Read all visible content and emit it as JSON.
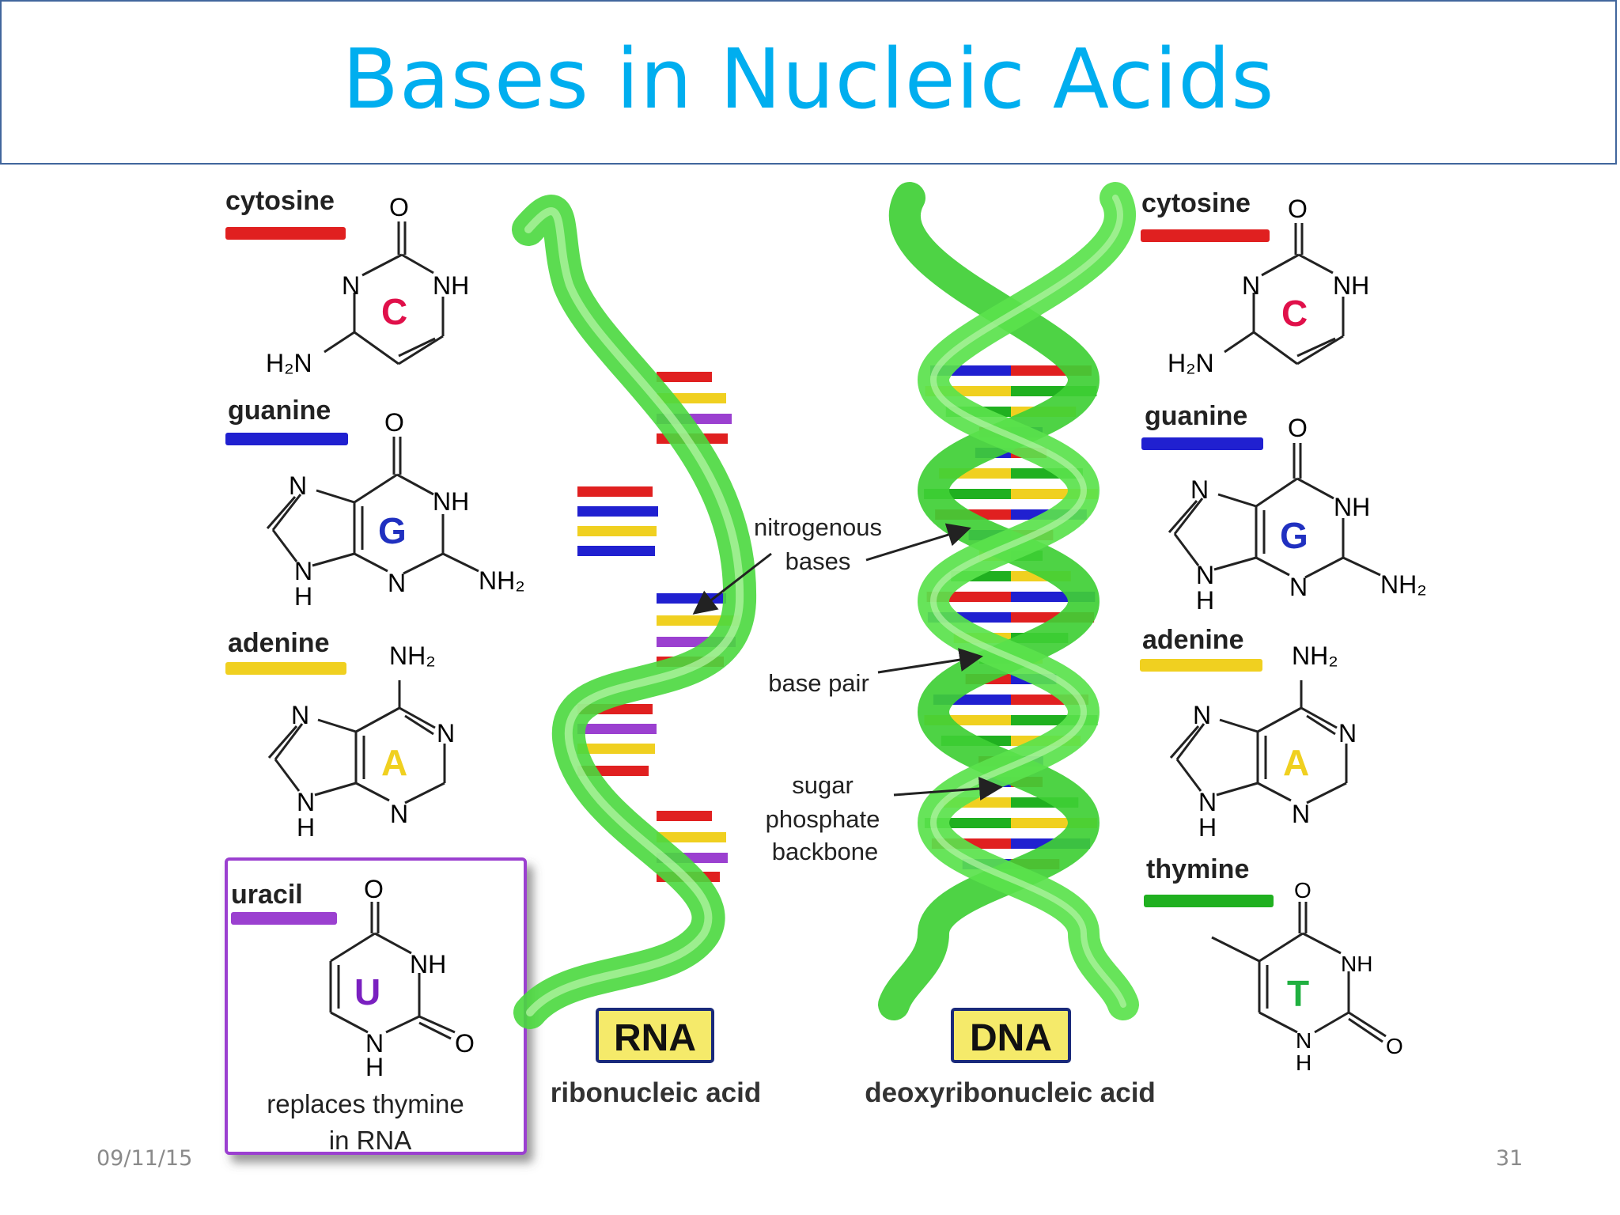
{
  "title": "Bases in Nucleic Acids",
  "footer": {
    "date": "09/11/15",
    "page": "31"
  },
  "colors": {
    "title": "#00aeef",
    "cytosine": "#e02020",
    "guanine": "#2020d0",
    "adenine": "#f0d020",
    "thymine": "#20b020",
    "uracil": "#9b40d0",
    "backbone": "#55e04a"
  },
  "left_bases": {
    "cytosine": {
      "name": "cytosine",
      "letter": "C"
    },
    "guanine": {
      "name": "guanine",
      "letter": "G"
    },
    "adenine": {
      "name": "adenine",
      "letter": "A"
    },
    "uracil": {
      "name": "uracil",
      "letter": "U",
      "note_line1": "replaces thymine",
      "note_line2": "in RNA"
    }
  },
  "right_bases": {
    "cytosine": {
      "name": "cytosine",
      "letter": "C"
    },
    "guanine": {
      "name": "guanine",
      "letter": "G"
    },
    "adenine": {
      "name": "adenine",
      "letter": "A"
    },
    "thymine": {
      "name": "thymine",
      "letter": "T"
    }
  },
  "atoms": {
    "O": "O",
    "N": "N",
    "NH": "NH",
    "H": "H",
    "H2N": "H₂N",
    "NH2": "NH₂"
  },
  "callouts": {
    "nitrogenous_1": "nitrogenous",
    "nitrogenous_2": "bases",
    "base_pair": "base pair",
    "sugar_1": "sugar",
    "sugar_2": "phosphate",
    "sugar_3": "backbone"
  },
  "rna": {
    "label": "RNA",
    "full": "ribonucleic acid"
  },
  "dna": {
    "label": "DNA",
    "full": "deoxyribonucleic acid"
  }
}
